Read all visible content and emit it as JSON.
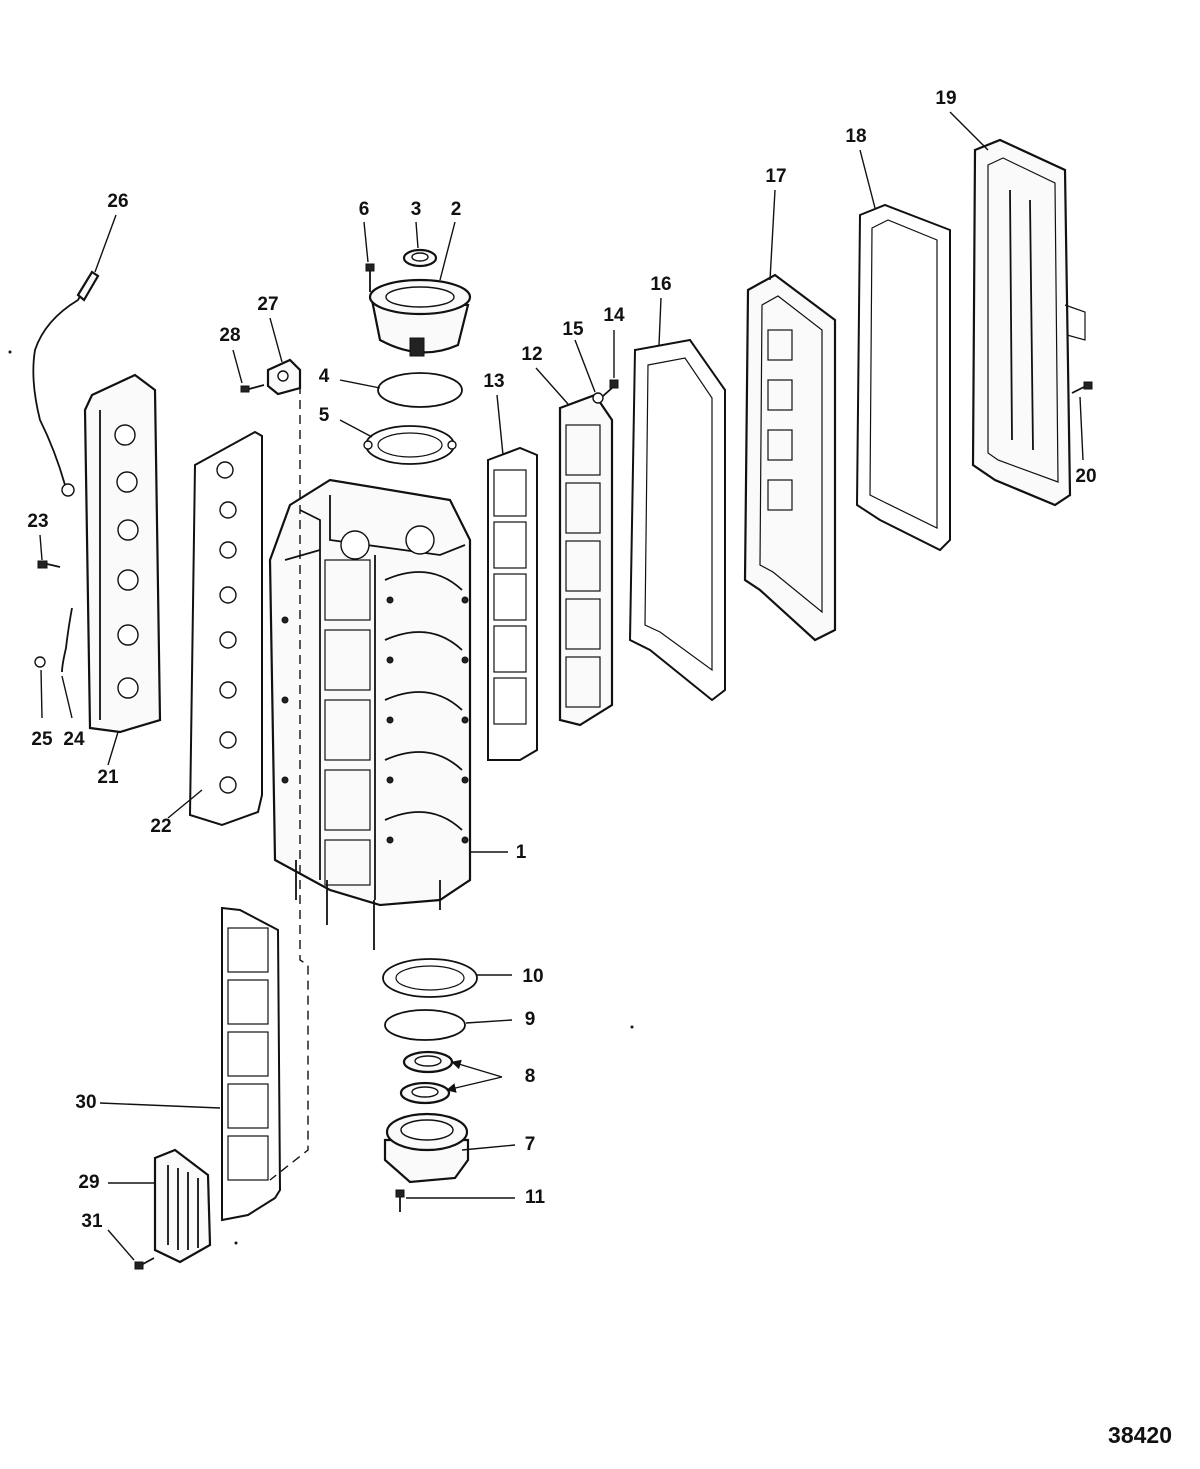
{
  "figure_number": "38420",
  "callouts": [
    "1",
    "2",
    "3",
    "4",
    "5",
    "6",
    "7",
    "8",
    "9",
    "10",
    "11",
    "12",
    "13",
    "14",
    "15",
    "16",
    "17",
    "18",
    "19",
    "20",
    "21",
    "22",
    "23",
    "24",
    "25",
    "26",
    "27",
    "28",
    "29",
    "30",
    "31"
  ]
}
